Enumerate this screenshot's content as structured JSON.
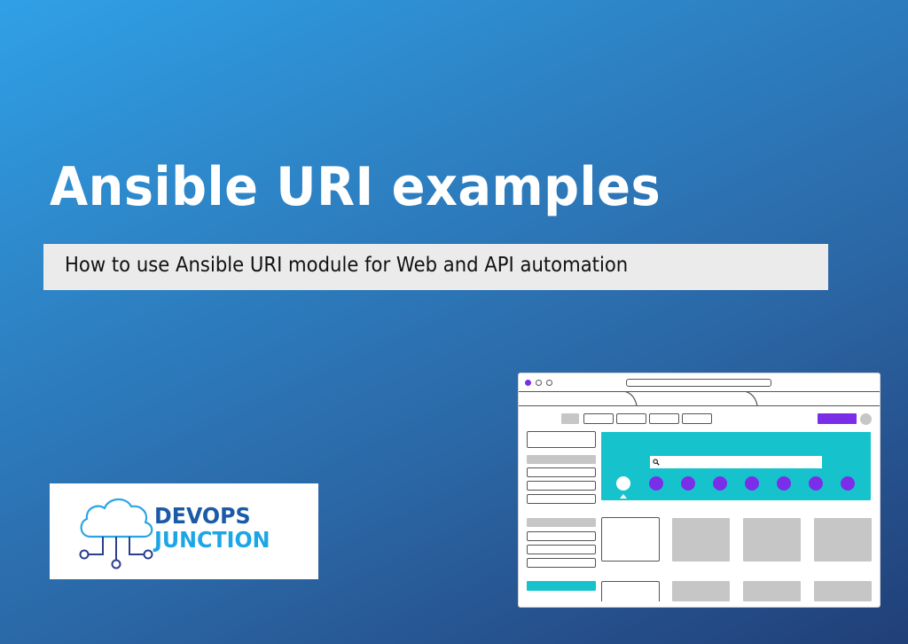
{
  "hero": {
    "title": "Ansible URI examples",
    "subtitle": "How to use Ansible URI module for Web and API automation"
  },
  "logo": {
    "line1": "DEVOPS",
    "line2": "JUNCTION",
    "icon": "cloud-network-icon"
  },
  "illustration": {
    "type": "browser-wireframe",
    "window_controls": [
      "close-dot",
      "minimize-dot",
      "maximize-dot"
    ],
    "search_icon": "search-icon",
    "carousel_dots": 8,
    "active_dot_index": 0
  },
  "colors": {
    "background_top_left": "#30a0e6",
    "background_bottom_right": "#213f78",
    "title": "#ffffff",
    "subtitle_bar": "#ebebeb",
    "subtitle_text": "#111111",
    "logo_devops": "#1b5aa6",
    "logo_junction": "#1ca6e6",
    "logo_cloud": "#2aa4e4",
    "logo_circuit": "#2a3f8e",
    "accent_purple": "#7b2ee8",
    "accent_cyan": "#16c3cc",
    "placeholder_grey": "#c6c6c6"
  }
}
